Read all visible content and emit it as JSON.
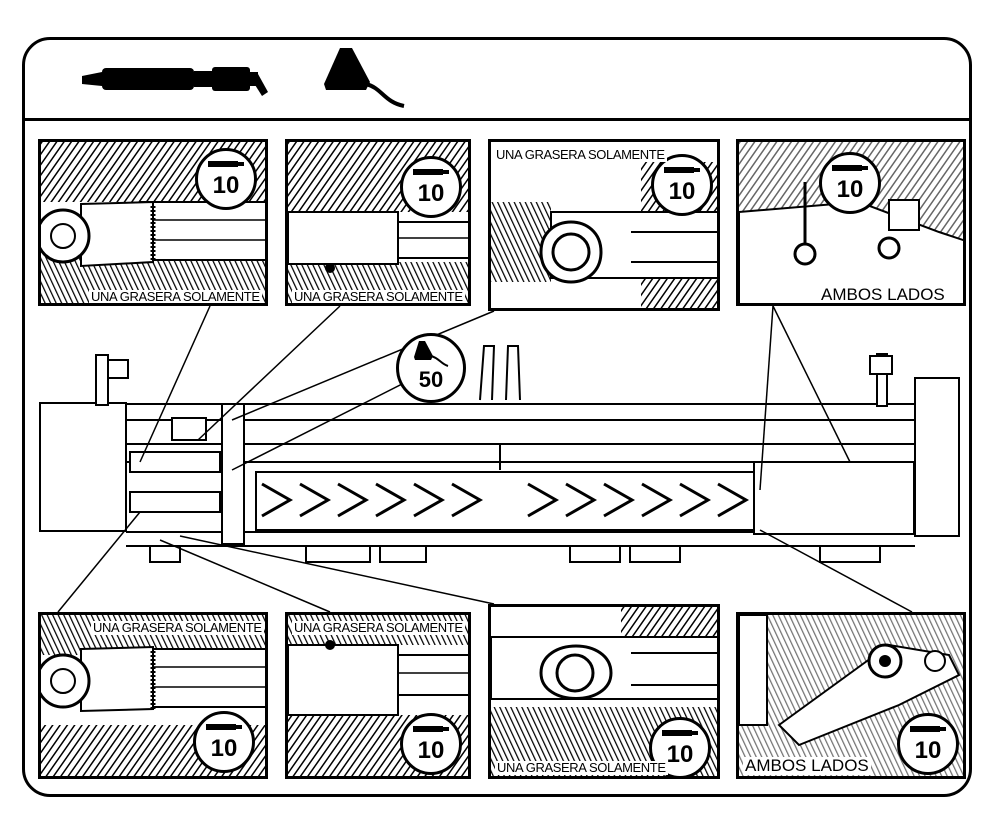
{
  "legend": {
    "grease_gun_icon": "grease-gun-icon",
    "oil_can_icon": "oil-can-icon"
  },
  "panels": [
    {
      "id": "top-1",
      "caption": "UNA GRASERA SOLAMENTE",
      "hours": "10"
    },
    {
      "id": "top-2",
      "caption": "UNA GRASERA SOLAMENTE",
      "hours": "10"
    },
    {
      "id": "top-3",
      "caption": "UNA GRASERA SOLAMENTE",
      "hours": "10"
    },
    {
      "id": "top-4",
      "caption": "AMBOS LADOS",
      "hours": "10"
    },
    {
      "id": "bottom-1",
      "caption": "UNA GRASERA SOLAMENTE",
      "hours": "10"
    },
    {
      "id": "bottom-2",
      "caption": "UNA GRASERA SOLAMENTE",
      "hours": "10"
    },
    {
      "id": "bottom-3",
      "caption": "UNA GRASERA SOLAMENTE",
      "hours": "10"
    },
    {
      "id": "bottom-4",
      "caption": "AMBOS LADOS",
      "hours": "10"
    }
  ],
  "oil_point": {
    "hours": "50"
  }
}
